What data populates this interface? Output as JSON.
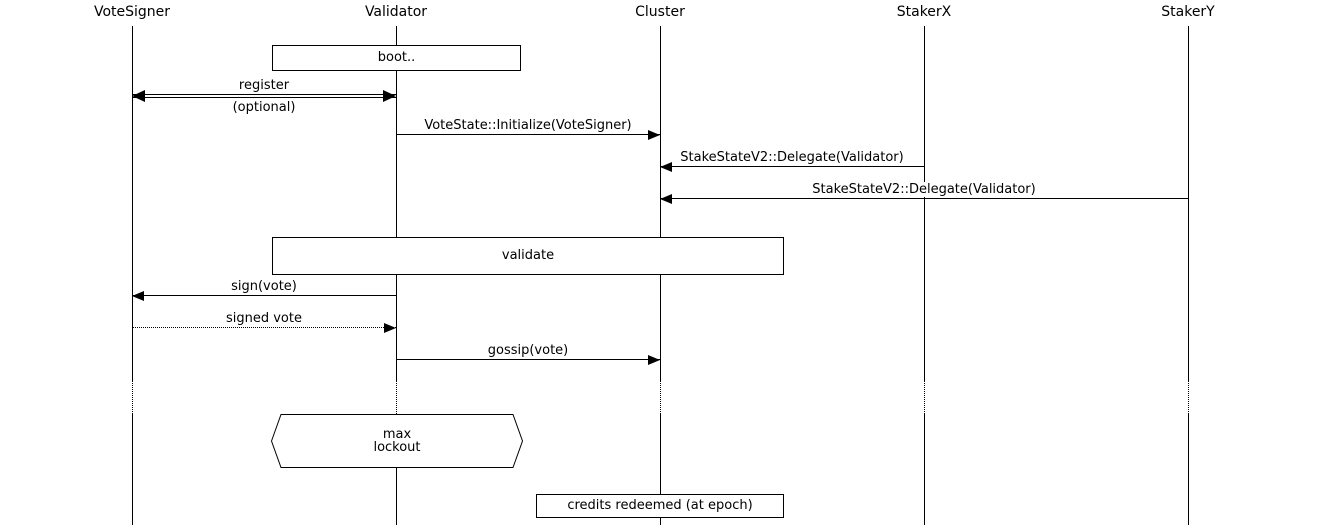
{
  "diagram_type": "sequence-diagram",
  "colors": {
    "background": "#ffffff",
    "line": "#000000",
    "text": "#000000"
  },
  "actors": [
    {
      "name": "VoteSigner"
    },
    {
      "name": "Validator"
    },
    {
      "name": "Cluster"
    },
    {
      "name": "StakerX"
    },
    {
      "name": "StakerY"
    }
  ],
  "nodes": {
    "boot": {
      "label": "boot.."
    },
    "validate": {
      "label": "validate"
    },
    "max_lockout": {
      "line1": "max",
      "line2": "lockout",
      "shape": "hexagon"
    },
    "credits": {
      "label": "credits redeemed (at epoch)"
    }
  },
  "messages": [
    {
      "label": "register",
      "note": "(optional)",
      "from": "VoteSigner",
      "to": "Validator",
      "line": "double",
      "arrows": "both"
    },
    {
      "label": "VoteState::Initialize(VoteSigner)",
      "from": "Validator",
      "to": "Cluster",
      "line": "solid",
      "arrows": "to"
    },
    {
      "label": "StakeStateV2::Delegate(Validator)",
      "from": "StakerX",
      "to": "Cluster",
      "line": "solid",
      "arrows": "to"
    },
    {
      "label": "StakeStateV2::Delegate(Validator)",
      "from": "StakerY",
      "to": "Cluster",
      "line": "solid",
      "arrows": "to"
    },
    {
      "label": "sign(vote)",
      "from": "Validator",
      "to": "VoteSigner",
      "line": "solid",
      "arrows": "to"
    },
    {
      "label": "signed vote",
      "from": "VoteSigner",
      "to": "Validator",
      "line": "dotted",
      "arrows": "to"
    },
    {
      "label": "gossip(vote)",
      "from": "Validator",
      "to": "Cluster",
      "line": "solid",
      "arrows": "to"
    }
  ]
}
